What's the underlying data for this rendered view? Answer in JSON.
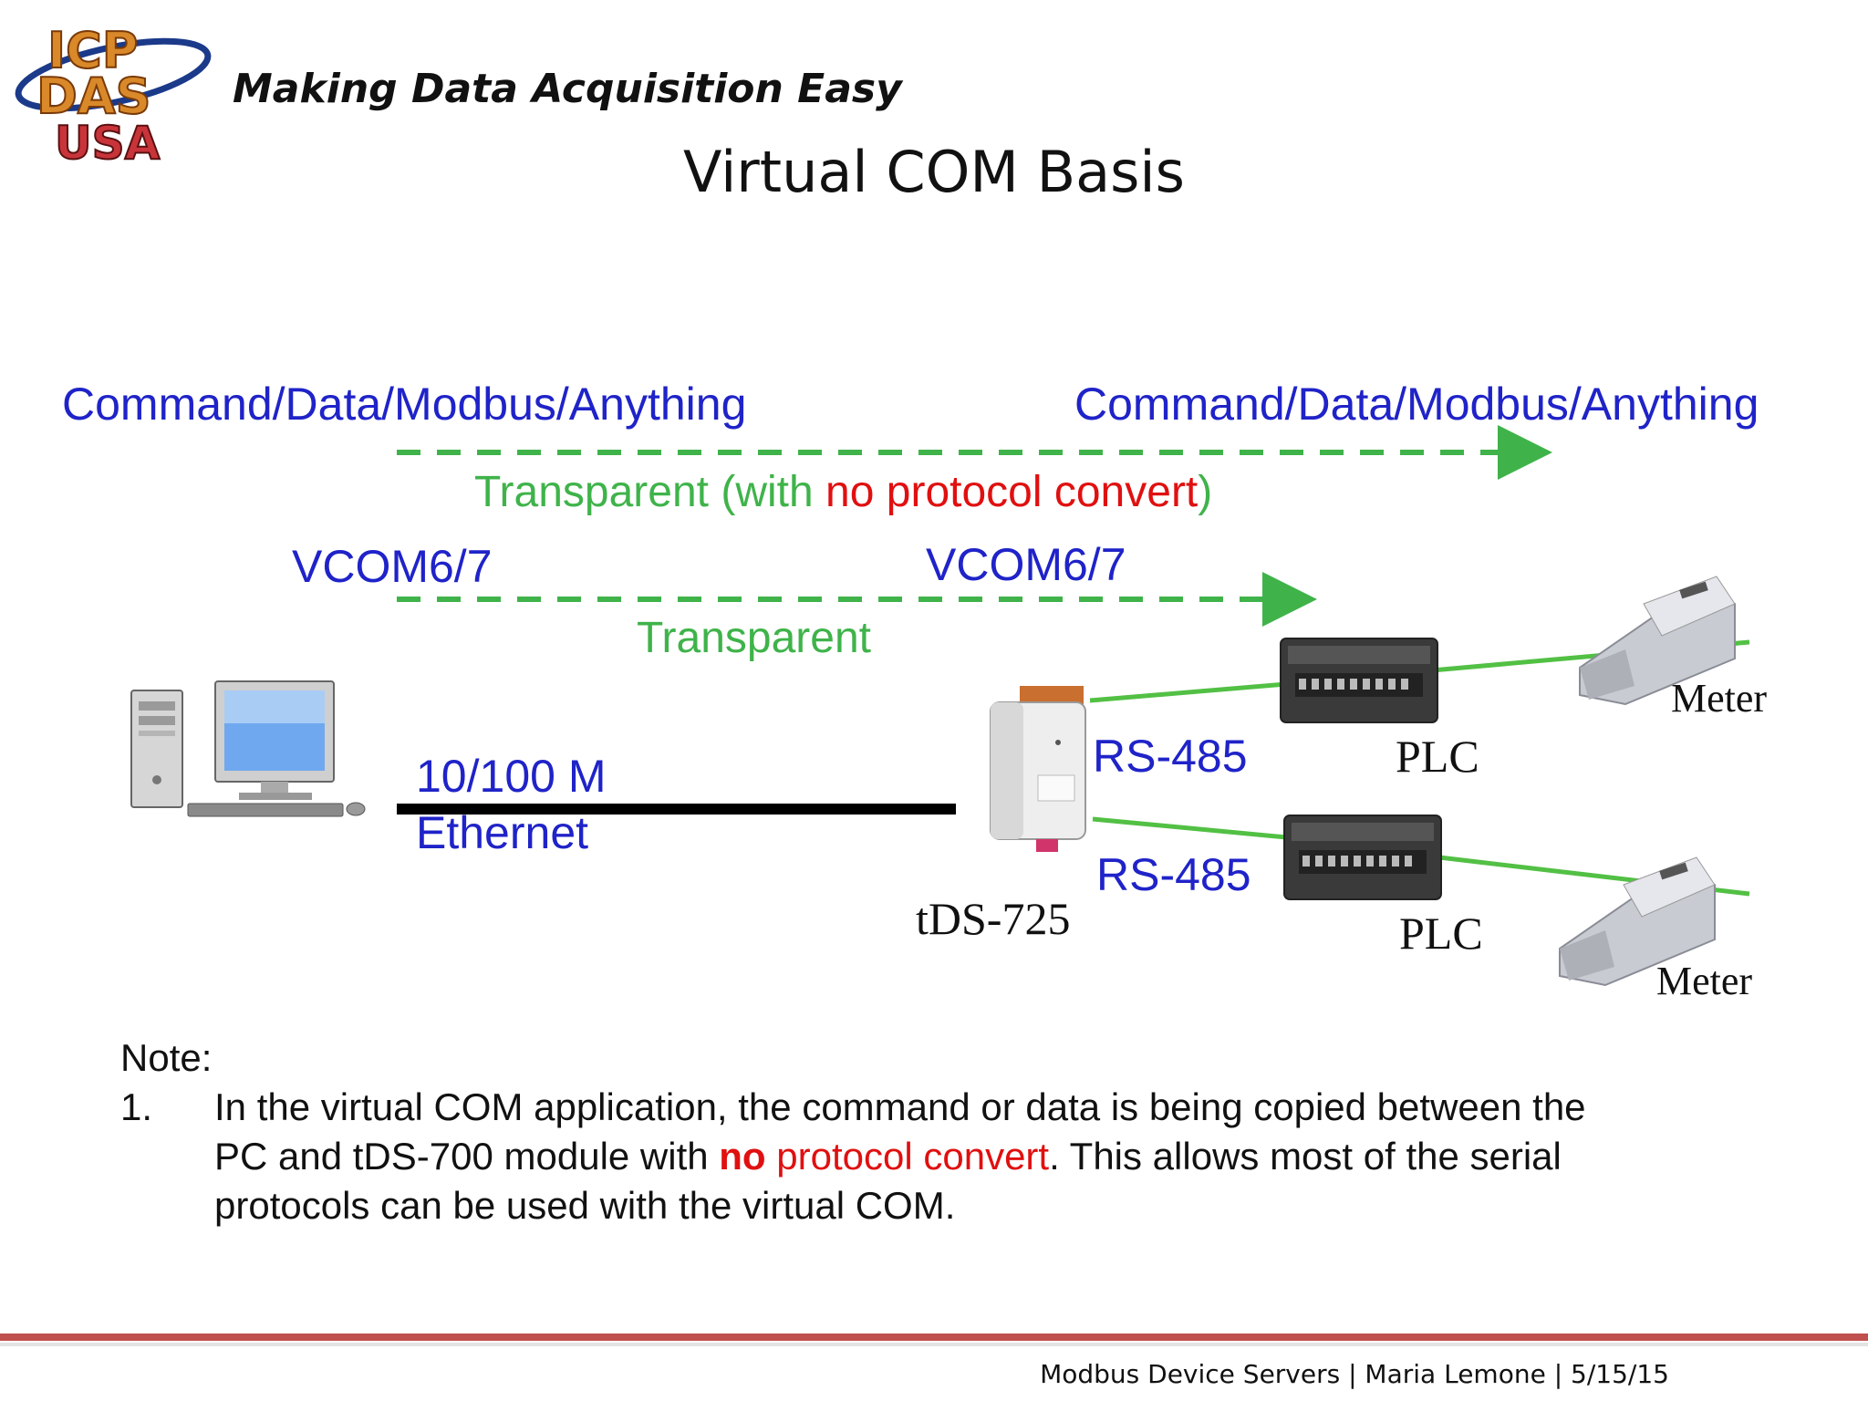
{
  "header": {
    "logo_text": [
      "ICP",
      "DAS",
      "USA"
    ],
    "tagline": "Making Data Acquisition Easy",
    "title": "Virtual COM Basis"
  },
  "diagram": {
    "top_left_label": "Command/Data/Modbus/Anything",
    "top_right_label": "Command/Data/Modbus/Anything",
    "transparent_prefix": "Transparent (with ",
    "transparent_red": "no protocol convert",
    "transparent_suffix": ")",
    "vcom_left": "VCOM6/7",
    "vcom_right": "VCOM6/7",
    "transparent2": "Transparent",
    "ethernet_line1": "10/100 M",
    "ethernet_line2": "Ethernet",
    "rs485_top": "RS-485",
    "rs485_bottom": "RS-485",
    "device_label": "tDS-725",
    "plc_top": "PLC",
    "plc_bottom": "PLC",
    "meter_top": "Meter",
    "meter_bottom": "Meter",
    "colors": {
      "blue": "#1f23c8",
      "green": "#3fb34a",
      "red": "#e01010"
    }
  },
  "note": {
    "heading": "Note:",
    "number": "1.",
    "line1": "In the virtual COM application, the command or data is being copied between the",
    "line2_prefix": "PC and tDS-700 module with ",
    "line2_bold_red": "no",
    "line2_red": " protocol convert",
    "line2_suffix": ". This allows most of the serial",
    "line3": "protocols can be used with the virtual COM."
  },
  "footer": {
    "text": "Modbus Device Servers | Maria  Lemone | 5/15/15",
    "rule_color": "#c0504d"
  }
}
